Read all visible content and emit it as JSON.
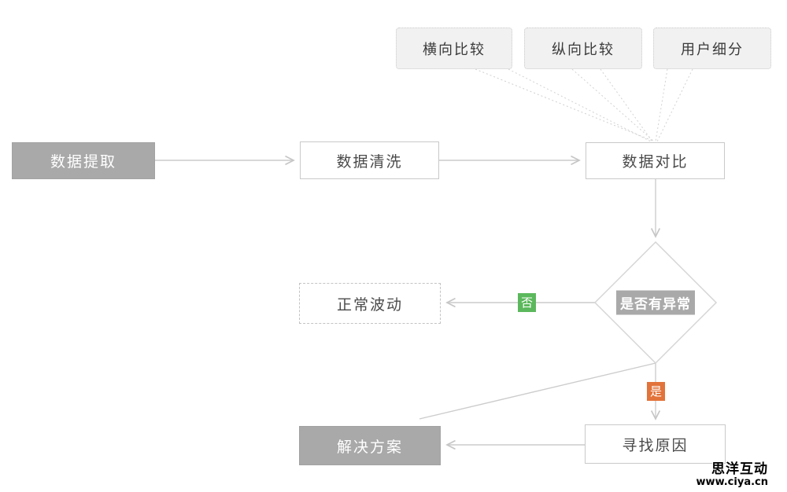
{
  "diagram": {
    "callouts": [
      {
        "label": "横向比较"
      },
      {
        "label": "纵向比较"
      },
      {
        "label": "用户细分"
      }
    ],
    "nodes": {
      "extract": {
        "label": "数据提取"
      },
      "clean": {
        "label": "数据清洗"
      },
      "compare": {
        "label": "数据对比"
      },
      "decision": {
        "label": "是否有异常"
      },
      "normal": {
        "label": "正常波动"
      },
      "cause": {
        "label": "寻找原因"
      },
      "solution": {
        "label": "解决方案"
      }
    },
    "edge_labels": {
      "no": "否",
      "yes": "是"
    },
    "colors": {
      "filled_node_gray": "#a9a9a9",
      "node_border_gray": "#c9c9c9",
      "connector_gray": "#cccccc",
      "callout_fill": "#f1f1f1",
      "no_green": "#5cb85c",
      "yes_orange": "#e2733a",
      "text_dark": "#4a4a4a"
    }
  },
  "watermark": {
    "brand": "思洋互动",
    "url": "www.ciya.cn"
  }
}
